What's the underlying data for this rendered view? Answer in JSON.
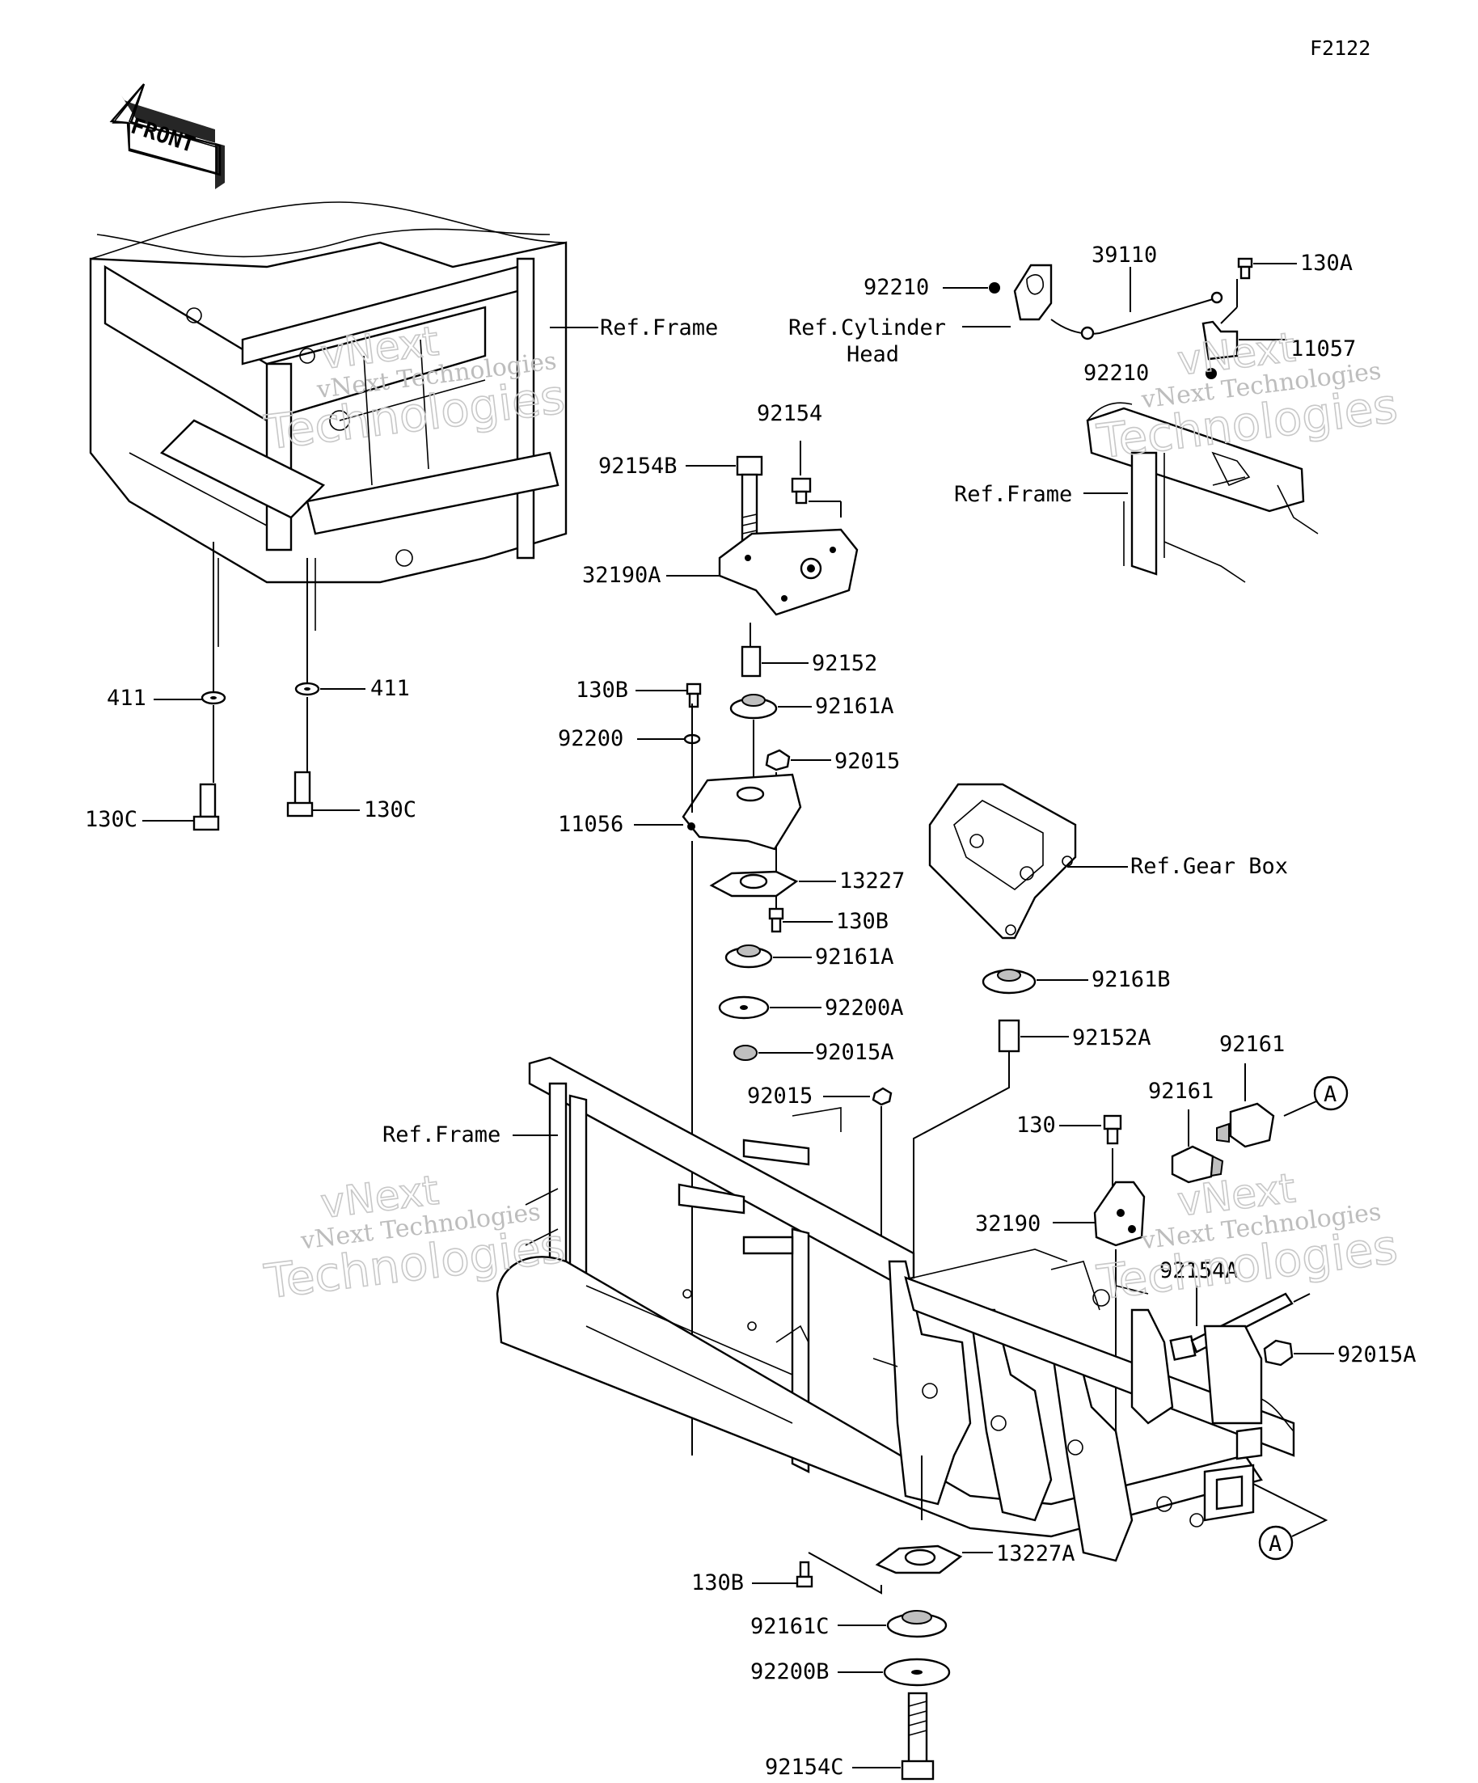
{
  "figure_code": "F2122",
  "front_arrow_label": "FRONT",
  "watermark": {
    "line1": "vNext",
    "line2": "vNext Technologies",
    "line3": "Technologies"
  },
  "callouts": {
    "ref_frame": "Ref.Frame",
    "ref_cylinder_head_1": "Ref.Cylinder",
    "ref_cylinder_head_2": "Head",
    "ref_gear_box": "Ref.Gear Box",
    "circle_a": "A"
  },
  "parts": {
    "p411": "411",
    "p130C": "130C",
    "p92154": "92154",
    "p92154B": "92154B",
    "p32190A": "32190A",
    "p92152": "92152",
    "p130B": "130B",
    "p92161A": "92161A",
    "p92200": "92200",
    "p92015": "92015",
    "p11056": "11056",
    "p13227": "13227",
    "p92200A": "92200A",
    "p92015A": "92015A",
    "p92210": "92210",
    "p39110": "39110",
    "p130A": "130A",
    "p11057": "11057",
    "p92161B": "92161B",
    "p92152A": "92152A",
    "p92161": "92161",
    "p130": "130",
    "p32190": "32190",
    "p92154A": "92154A",
    "p13227A": "13227A",
    "p92161C": "92161C",
    "p92200B": "92200B",
    "p92154C": "92154C"
  }
}
